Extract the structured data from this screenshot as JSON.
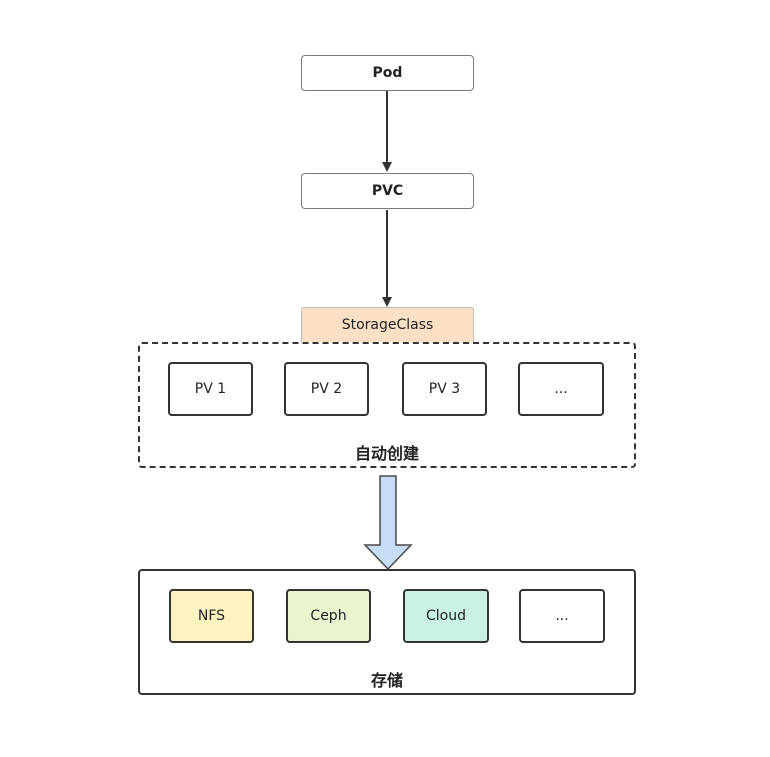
{
  "nodes": {
    "pod": "Pod",
    "pvc": "PVC",
    "storage_class": "StorageClass"
  },
  "auto_create": {
    "label": "自动创建",
    "items": [
      "PV 1",
      "PV 2",
      "PV 3",
      "..."
    ]
  },
  "storage": {
    "label": "存储",
    "items": [
      {
        "label": "NFS",
        "color": "#fdf3c0"
      },
      {
        "label": "Ceph",
        "color": "#e8f5cf"
      },
      {
        "label": "Cloud",
        "color": "#c9f2e2"
      },
      {
        "label": "...",
        "color": "#ffffff"
      }
    ]
  },
  "colors": {
    "storage_class_fill": "#fbe0c6",
    "big_arrow_fill": "#c6ddf5",
    "big_arrow_stroke": "#4a4a4a"
  }
}
